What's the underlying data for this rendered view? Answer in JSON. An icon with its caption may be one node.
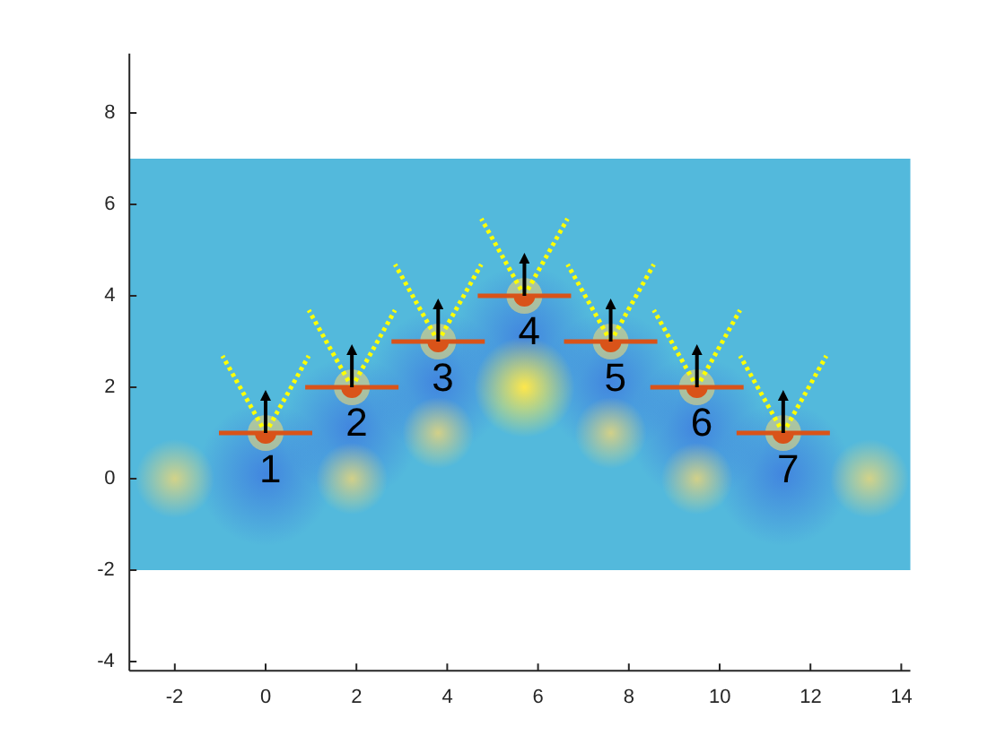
{
  "diagram": {
    "labels": [
      "8",
      "6",
      "4",
      "2",
      "0",
      "-2",
      "-4",
      "1",
      "2",
      "3",
      "4",
      "5",
      "6",
      "7",
      "-2",
      "0",
      "2",
      "4",
      "6",
      "8",
      "10",
      "12",
      "14"
    ]
  }
}
